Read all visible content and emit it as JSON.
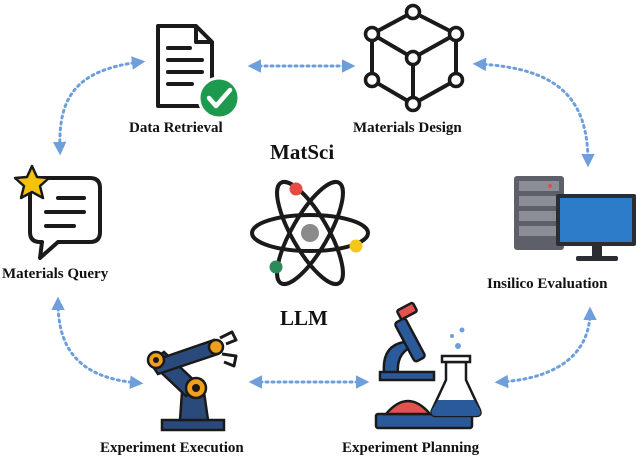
{
  "center": {
    "top": "MatSci",
    "bottom": "LLM"
  },
  "nodes": {
    "data_retrieval": "Data Retrieval",
    "materials_design": "Materials Design",
    "materials_query": "Materials Query",
    "insilico_evaluation": "Insilico Evaluation",
    "experiment_execution": "Experiment Execution",
    "experiment_planning": "Experiment Planning"
  },
  "colors": {
    "arrow": "#6f9fdb",
    "outline": "#1a1a1a",
    "check": "#1e9a4e",
    "star": "#f4c20d",
    "robot": "#2b4a7c",
    "robot_joint": "#f0a01a",
    "microscope_blue": "#2a5a9a",
    "microscope_red": "#e2524f",
    "electron_red": "#e84a43",
    "electron_yellow": "#f4c71a",
    "electron_green": "#2f8a5a",
    "nucleus": "#8a8a8a",
    "server_grey": "#5d6068",
    "screen_blue": "#2d7cc9"
  }
}
